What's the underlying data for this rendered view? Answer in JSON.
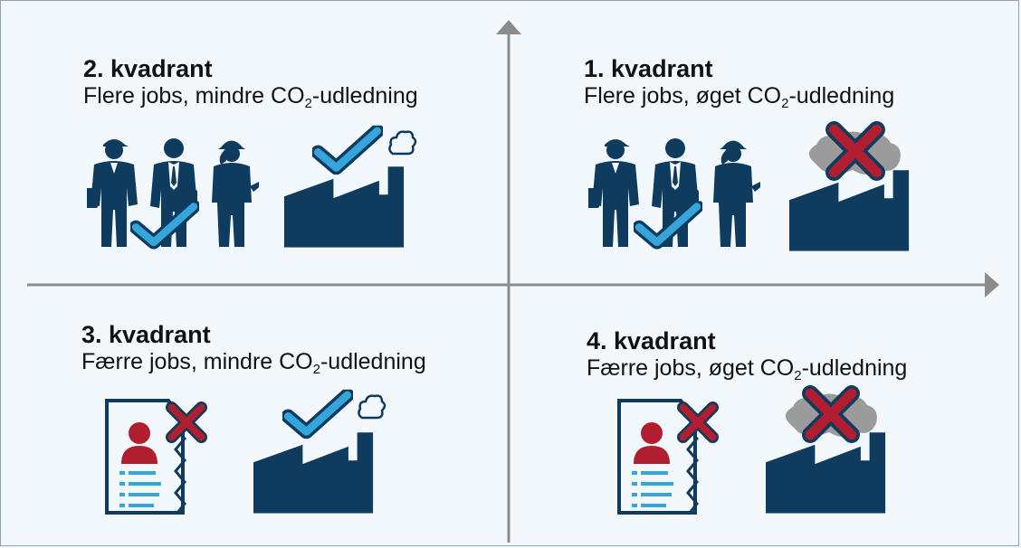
{
  "quadrants": [
    {
      "id": "q2",
      "title": "2. kvadrant",
      "sub_pre": "Flere jobs, mindre CO",
      "sub_sub": "2",
      "sub_post": "-udledning",
      "jobs": "more",
      "emissions": "less"
    },
    {
      "id": "q1",
      "title": "1. kvadrant",
      "sub_pre": "Flere jobs, øget CO",
      "sub_sub": "2",
      "sub_post": "-udledning",
      "jobs": "more",
      "emissions": "more"
    },
    {
      "id": "q3",
      "title": "3. kvadrant",
      "sub_pre": "Færre jobs, mindre CO",
      "sub_sub": "2",
      "sub_post": "-udledning",
      "jobs": "fewer",
      "emissions": "less"
    },
    {
      "id": "q4",
      "title": "4. kvadrant",
      "sub_pre": "Færre jobs, øget CO",
      "sub_sub": "2",
      "sub_post": "-udledning",
      "jobs": "fewer",
      "emissions": "more"
    }
  ],
  "icons": {
    "workers": "workers-group-icon",
    "resume": "resume-document-icon",
    "factory": "factory-icon",
    "check": "check-icon",
    "cross": "cross-icon",
    "smoke": "smoke-icon"
  },
  "colors": {
    "navy": "#0f3b5f",
    "check_blue": "#35a6dc",
    "cross_red": "#b01e2f",
    "smoke_gray": "#9b9b9b",
    "axis_gray": "#8c8c8c",
    "background": "#f3f8fd"
  }
}
